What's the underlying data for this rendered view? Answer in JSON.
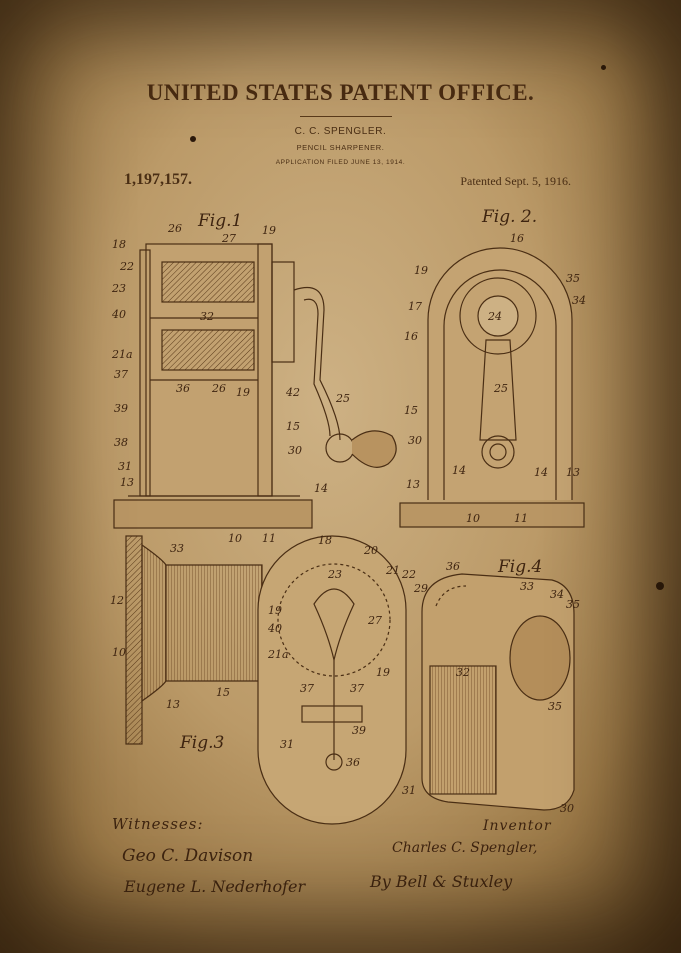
{
  "header": {
    "office": "UNITED STATES PATENT OFFICE.",
    "inventor": "C. C. SPENGLER.",
    "invention": "PENCIL SHARPENER.",
    "filed": "APPLICATION FILED JUNE 13, 1914.",
    "number": "1,197,157.",
    "date": "Patented Sept. 5, 1916."
  },
  "figures": {
    "fig1": "Fig.1",
    "fig2": "Fig. 2.",
    "fig3": "Fig.3",
    "fig4": "Fig.4"
  },
  "fig1_refs": [
    "26",
    "27",
    "19",
    "18",
    "22",
    "23",
    "40",
    "32",
    "21a",
    "37",
    "39",
    "38",
    "31",
    "13",
    "36",
    "26",
    "19",
    "42",
    "25",
    "15",
    "30",
    "14",
    "10",
    "11"
  ],
  "fig2_refs": [
    "16",
    "19",
    "35",
    "34",
    "17",
    "24",
    "16",
    "25",
    "15",
    "30",
    "13",
    "14",
    "14",
    "13",
    "10",
    "11"
  ],
  "fig3_refs": [
    "33",
    "12",
    "10",
    "15",
    "13"
  ],
  "center_refs": [
    "18",
    "20",
    "23",
    "21",
    "22",
    "19",
    "40",
    "27",
    "21a",
    "19",
    "37",
    "37",
    "39",
    "31",
    "36"
  ],
  "fig4_refs": [
    "36",
    "33",
    "29",
    "34",
    "35",
    "32",
    "35",
    "31",
    "30"
  ],
  "signatures": {
    "witnesses_label": "Witnesses:",
    "witness_1": "Geo C. Davison",
    "witness_2": "Eugene L. Nederhofer",
    "inventor_label": "Inventor",
    "inventor": "Charles C. Spengler,",
    "attorney": "By Bell & Stuxley"
  }
}
